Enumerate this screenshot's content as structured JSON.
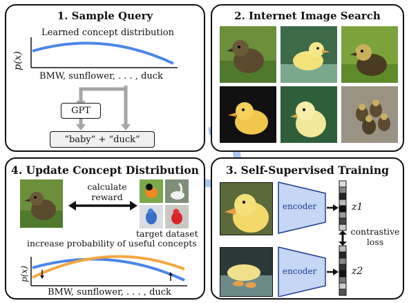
{
  "panels": {
    "sample_query": {
      "title": "1. Sample Query",
      "curve_label": "Learned concept distribution",
      "axis_label": "p(x)",
      "x_axis_label": "BMW, sunflower, . . . , duck",
      "gpt_label": "GPT",
      "query_label": "“baby” + “duck”"
    },
    "image_search": {
      "title": "2. Internet Image Search",
      "images": [
        "duckling-on-grass",
        "duckling-swimming",
        "duckling-in-grass",
        "duckling-dark-background",
        "duckling-closeup",
        "ducklings-group"
      ]
    },
    "update_distribution": {
      "title": "4. Update Concept Distribution",
      "reward_label": "calculate\nreward",
      "target_label": "target dataset",
      "increase_label": "increase probability of useful concepts",
      "axis_label": "p(x)",
      "x_axis_label": "BMW, sunflower, . . . , duck"
    },
    "self_supervised": {
      "title": "3. Self-Supervised Training",
      "encoder_1": "encoder",
      "encoder_2": "encoder",
      "z1": "z1",
      "z2": "z2",
      "loss_label": "contrastive\nloss"
    }
  },
  "colors": {
    "curve_blue": "#4a86e8",
    "curve_orange": "#f5a742",
    "encoder_fill": "#c6d6f5",
    "encoder_stroke": "#1c3f8f",
    "cycle_arrow": "#a9c4ee",
    "gray_arrow": "#a6a6a6"
  }
}
